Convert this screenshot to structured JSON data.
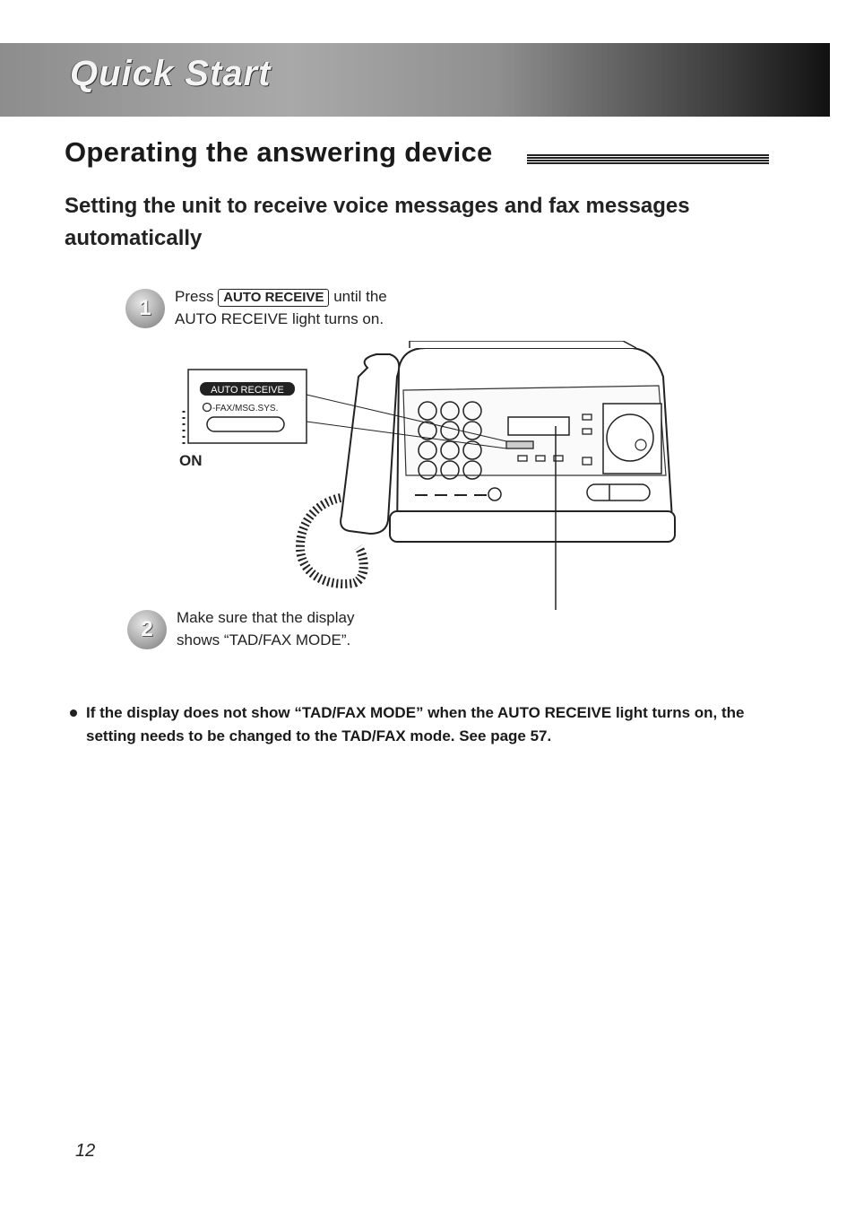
{
  "header": {
    "banner_title": "Quick Start"
  },
  "section": {
    "title": "Operating the answering device",
    "subtitle": "Setting the unit to receive voice messages and fax messages automatically"
  },
  "steps": [
    {
      "number": "1",
      "press_word": "Press",
      "key_label": "AUTO RECEIVE",
      "after_key": "until the",
      "line2": "AUTO RECEIVE light turns on."
    },
    {
      "number": "2",
      "line1": "Make sure that the display",
      "line2": "shows “TAD/FAX MODE”."
    }
  ],
  "figure": {
    "button_label": "AUTO RECEIVE",
    "light_label": "-FAX/MSG.SYS.",
    "on_label": "ON"
  },
  "note": {
    "text": "If the display does not show “TAD/FAX MODE” when the AUTO RECEIVE light turns on, the setting needs to be changed to the TAD/FAX mode. See page 57."
  },
  "page_number": "12"
}
